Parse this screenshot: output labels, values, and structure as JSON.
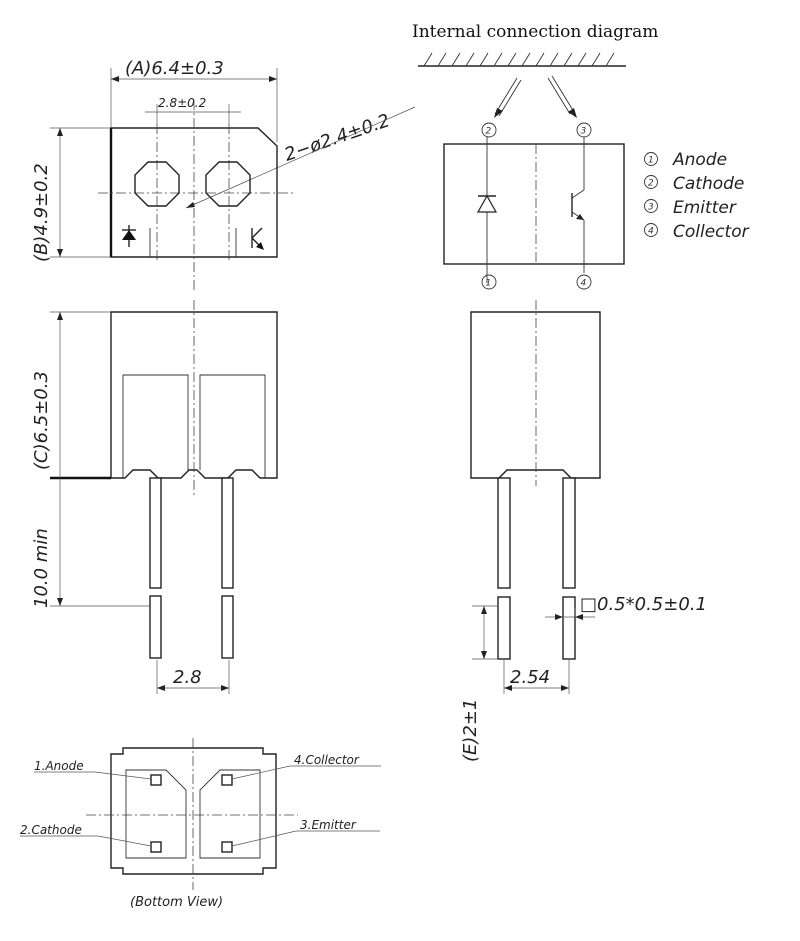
{
  "title": "Internal connection diagram",
  "dims": {
    "a": "(A)6.4±0.3",
    "pitch_top": "2.8±0.2",
    "hole": "2−ø2.4±0.2",
    "b": "(B)4.9±0.2",
    "c": "(C)6.5±0.3",
    "lead_len": "10.0 min",
    "pitch_bottom": "2.8",
    "pitch_side": "2.54",
    "lead_sq": "□0.5*0.5±0.1",
    "e": "(E)2±1"
  },
  "pins": [
    {
      "num": "1",
      "name": "Anode",
      "bottom_label": "1.Anode"
    },
    {
      "num": "2",
      "name": "Cathode",
      "bottom_label": "2.Cathode"
    },
    {
      "num": "3",
      "name": "Emitter",
      "bottom_label": "3.Emitter"
    },
    {
      "num": "4",
      "name": "Collector",
      "bottom_label": "4.Collector"
    }
  ],
  "bottom_view": "(Bottom View)"
}
